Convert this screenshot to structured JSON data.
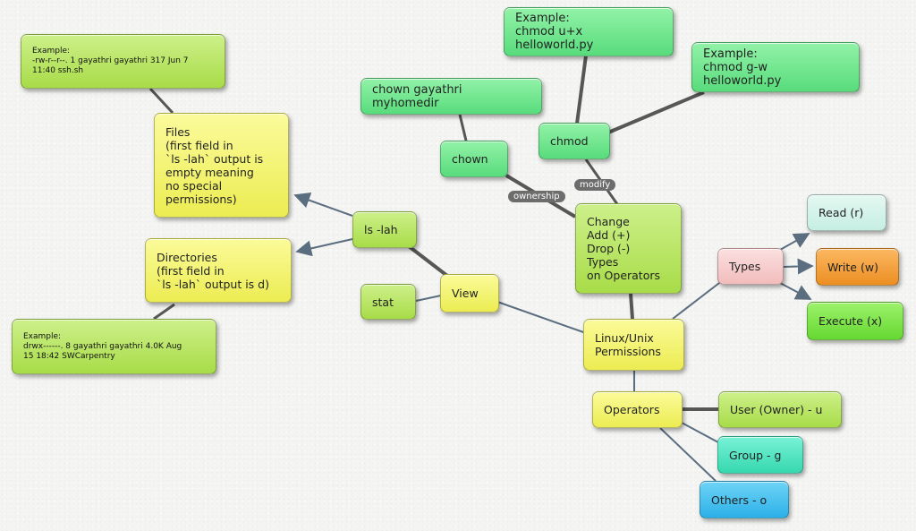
{
  "nodes": {
    "linux_unix_permissions": "Linux/Unix\nPermissions",
    "view": "View",
    "stat": "stat",
    "ls_lah": "ls -lah",
    "files": "Files\n(first field in\n`ls -lah` output is\nempty meaning\nno special\npermissions)",
    "files_example": "Example:\n-rw-r--r--.  1 gayathri gayathri   317 Jun  7\n11:40 ssh.sh",
    "directories": "Directories\n(first field in\n`ls -lah` output is d)",
    "directories_example": "Example:\ndrwx------.  8 gayathri gayathri  4.0K Aug\n15 18:42 SWCarpentry",
    "change": "Change\nAdd (+)\nDrop (-)\nTypes\non Operators",
    "chown": "chown",
    "chown_example": "chown gayathri myhomedir",
    "chmod": "chmod",
    "chmod_example_1": "Example:\nchmod u+x helloworld.py",
    "chmod_example_2": "Example:\nchmod g-w helloworld.py",
    "types": "Types",
    "read": "Read (r)",
    "write": "Write (w)",
    "execute": "Execute (x)",
    "operators": "Operators",
    "user": "User (Owner) - u",
    "group": "Group - g",
    "others": "Others - o"
  },
  "edge_labels": {
    "ownership": "ownership",
    "modify": "modify"
  },
  "colors": {
    "line": "#5b6e80",
    "heavy_line": "#575757",
    "label_bg": "#6d6d6d"
  }
}
